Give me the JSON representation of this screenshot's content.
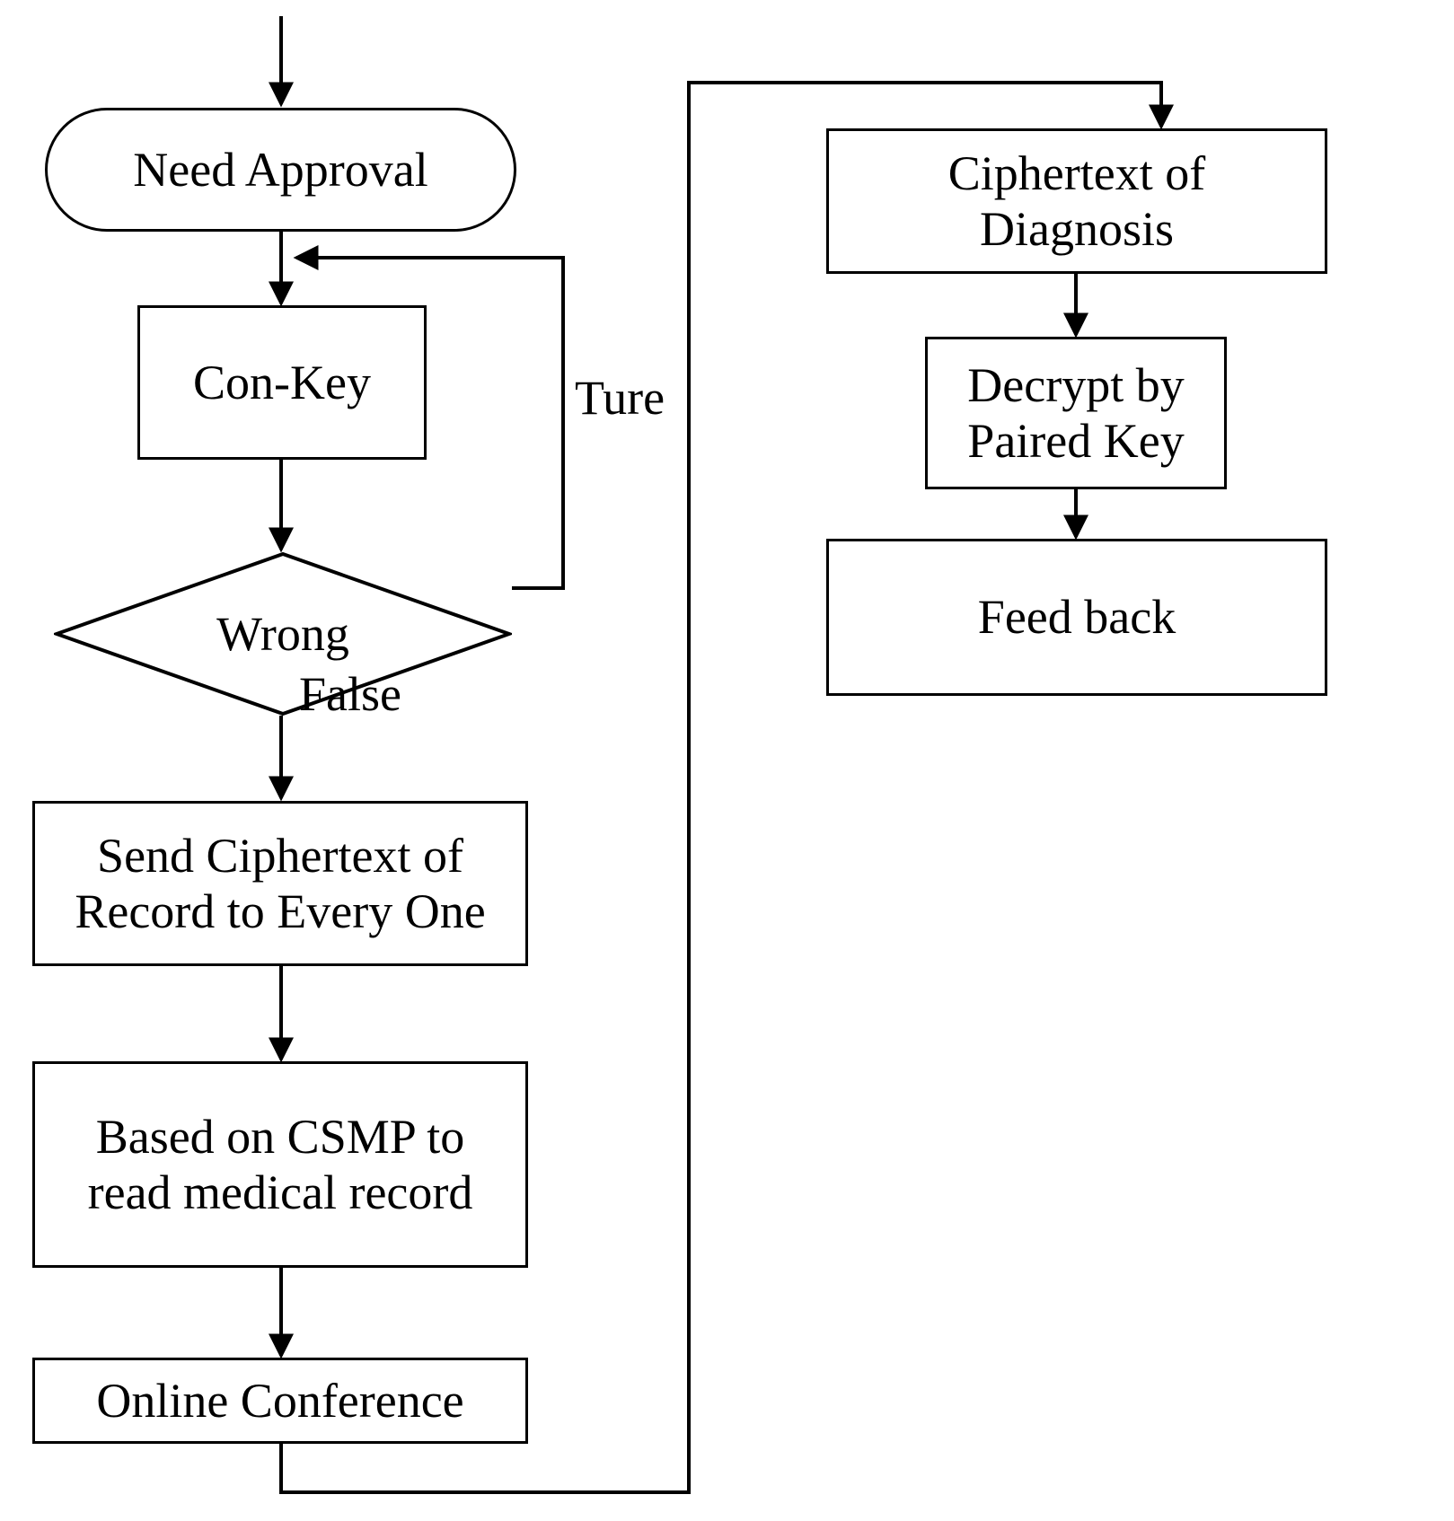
{
  "diagram": {
    "type": "flowchart",
    "title": "",
    "background_color": "#ffffff",
    "line_color": "#000000",
    "text_color": "#000000",
    "nodes": [
      {
        "id": "need_approval",
        "label": "Need Approval",
        "shape": "terminator"
      },
      {
        "id": "con_key",
        "label": "Con-Key",
        "shape": "process"
      },
      {
        "id": "wrong",
        "label": "Wrong",
        "shape": "decision"
      },
      {
        "id": "send_ciphertext",
        "label": "Send Ciphertext of\nRecord to Every One",
        "shape": "process"
      },
      {
        "id": "csmp_read",
        "label": "Based on CSMP to\nread medical record",
        "shape": "process"
      },
      {
        "id": "online_conf",
        "label": "Online Conference",
        "shape": "process"
      },
      {
        "id": "ciphertext_diag",
        "label": "Ciphertext of\nDiagnosis",
        "shape": "process"
      },
      {
        "id": "decrypt_paired",
        "label": "Decrypt by\nPaired Key",
        "shape": "process"
      },
      {
        "id": "feed_back",
        "label": "Feed back",
        "shape": "process"
      }
    ],
    "edge_labels": {
      "true_branch": "Ture",
      "false_branch": "False"
    },
    "edges": [
      {
        "from": "start",
        "to": "need_approval",
        "label": ""
      },
      {
        "from": "need_approval",
        "to": "con_key",
        "label": ""
      },
      {
        "from": "con_key",
        "to": "wrong",
        "label": ""
      },
      {
        "from": "wrong",
        "to": "con_key",
        "label": "Ture"
      },
      {
        "from": "wrong",
        "to": "send_ciphertext",
        "label": "False"
      },
      {
        "from": "send_ciphertext",
        "to": "csmp_read",
        "label": ""
      },
      {
        "from": "csmp_read",
        "to": "online_conf",
        "label": ""
      },
      {
        "from": "online_conf",
        "to": "ciphertext_diag",
        "label": ""
      },
      {
        "from": "ciphertext_diag",
        "to": "decrypt_paired",
        "label": ""
      },
      {
        "from": "decrypt_paired",
        "to": "feed_back",
        "label": ""
      }
    ]
  }
}
